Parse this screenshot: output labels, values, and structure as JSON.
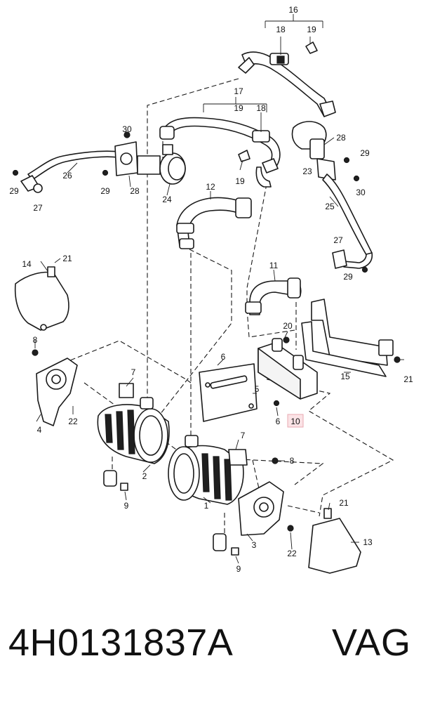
{
  "diagram": {
    "callouts": {
      "c1": "1",
      "c2": "2",
      "c3": "3",
      "c4": "4",
      "c5": "5",
      "c6a": "6",
      "c6b": "6",
      "c7a": "7",
      "c7b": "7",
      "c8a": "8",
      "c8b": "8",
      "c9a": "9",
      "c9b": "9",
      "c10": "10",
      "c11": "11",
      "c12": "12",
      "c13": "13",
      "c14": "14",
      "c15": "15",
      "c16": "16",
      "c17": "17",
      "c18a": "18",
      "c18b": "18",
      "c19a": "19",
      "c19b": "19",
      "c19c": "19",
      "c20": "20",
      "c21a": "21",
      "c21b": "21",
      "c21c": "21",
      "c22a": "22",
      "c22b": "22",
      "c23": "23",
      "c24": "24",
      "c25": "25",
      "c26": "26",
      "c27a": "27",
      "c27b": "27",
      "c28a": "28",
      "c28b": "28",
      "c29a": "29",
      "c29b": "29",
      "c29c": "29",
      "c29d": "29",
      "c30a": "30",
      "c30b": "30"
    },
    "highlight_color": "#fbe3e6"
  },
  "footer": {
    "part_number": "4H0131837A",
    "brand": "VAG"
  }
}
